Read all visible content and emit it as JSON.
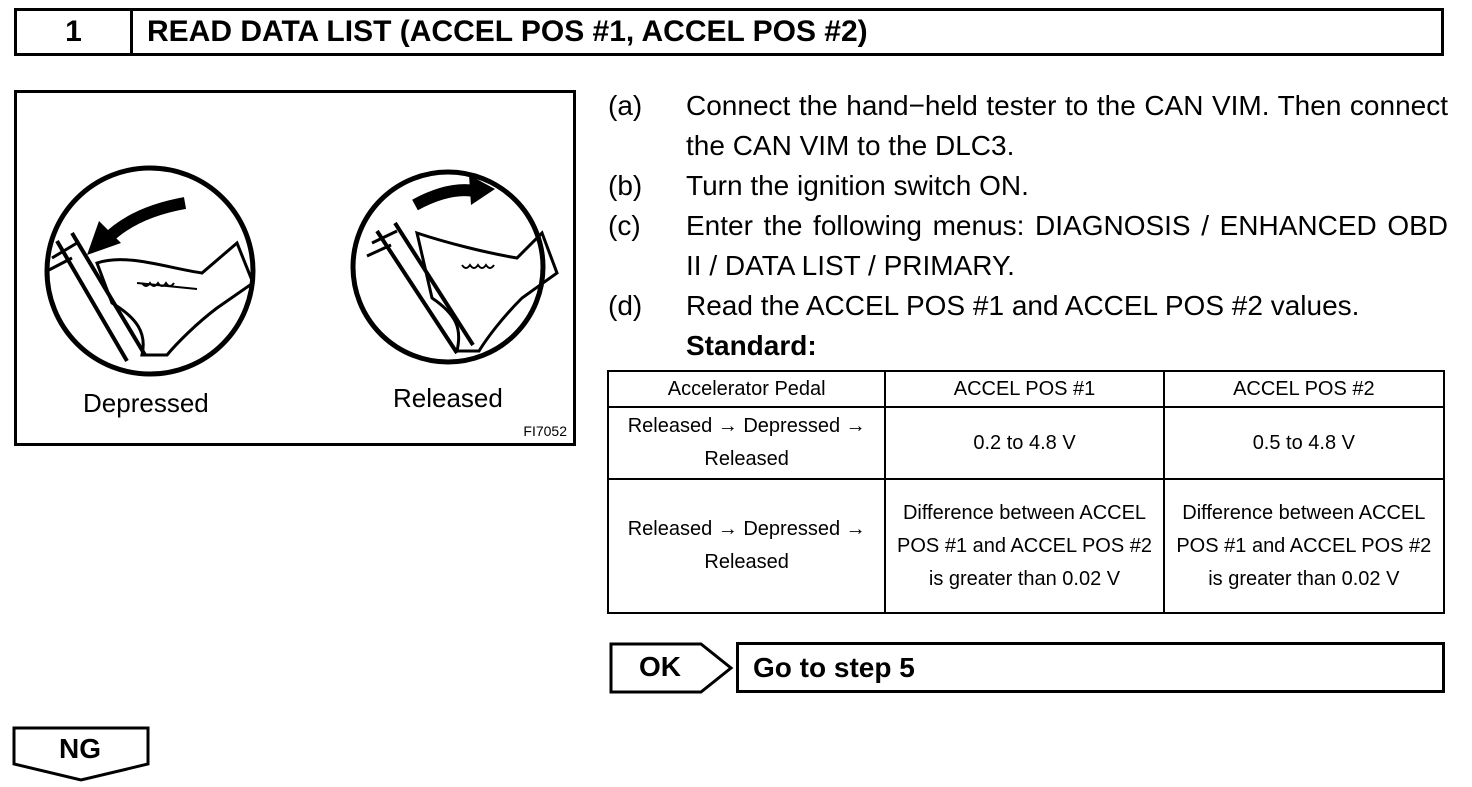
{
  "header": {
    "step_number": "1",
    "title": "READ DATA LIST (ACCEL POS #1, ACCEL POS #2)"
  },
  "figure": {
    "label_left": "Depressed",
    "label_right": "Released",
    "code": "FI7052"
  },
  "steps": [
    {
      "letter": "(a)",
      "text": "Connect the hand−held tester to the CAN VIM. Then connect the CAN VIM to the DLC3."
    },
    {
      "letter": "(b)",
      "text": "Turn the ignition switch ON."
    },
    {
      "letter": "(c)",
      "text": "Enter the following menus: DIAGNOSIS / ENHANCED OBD II / DATA LIST / PRIMARY."
    },
    {
      "letter": "(d)",
      "text": "Read the ACCEL POS #1 and ACCEL POS #2 values."
    }
  ],
  "standard_label": "Standard:",
  "table": {
    "headers": [
      "Accelerator Pedal",
      "ACCEL POS #1",
      "ACCEL POS #2"
    ],
    "rows": [
      [
        "Released → Depressed → Released",
        "0.2 to 4.8 V",
        "0.5 to 4.8 V"
      ],
      [
        "Released → Depressed → Released",
        "Difference between ACCEL POS #1 and ACCEL POS #2 is greater than 0.02 V",
        "Difference between ACCEL POS #1 and ACCEL POS #2 is greater than 0.02 V"
      ]
    ]
  },
  "ok": {
    "label": "OK",
    "action": "Go to step 5"
  },
  "ng": {
    "label": "NG"
  }
}
